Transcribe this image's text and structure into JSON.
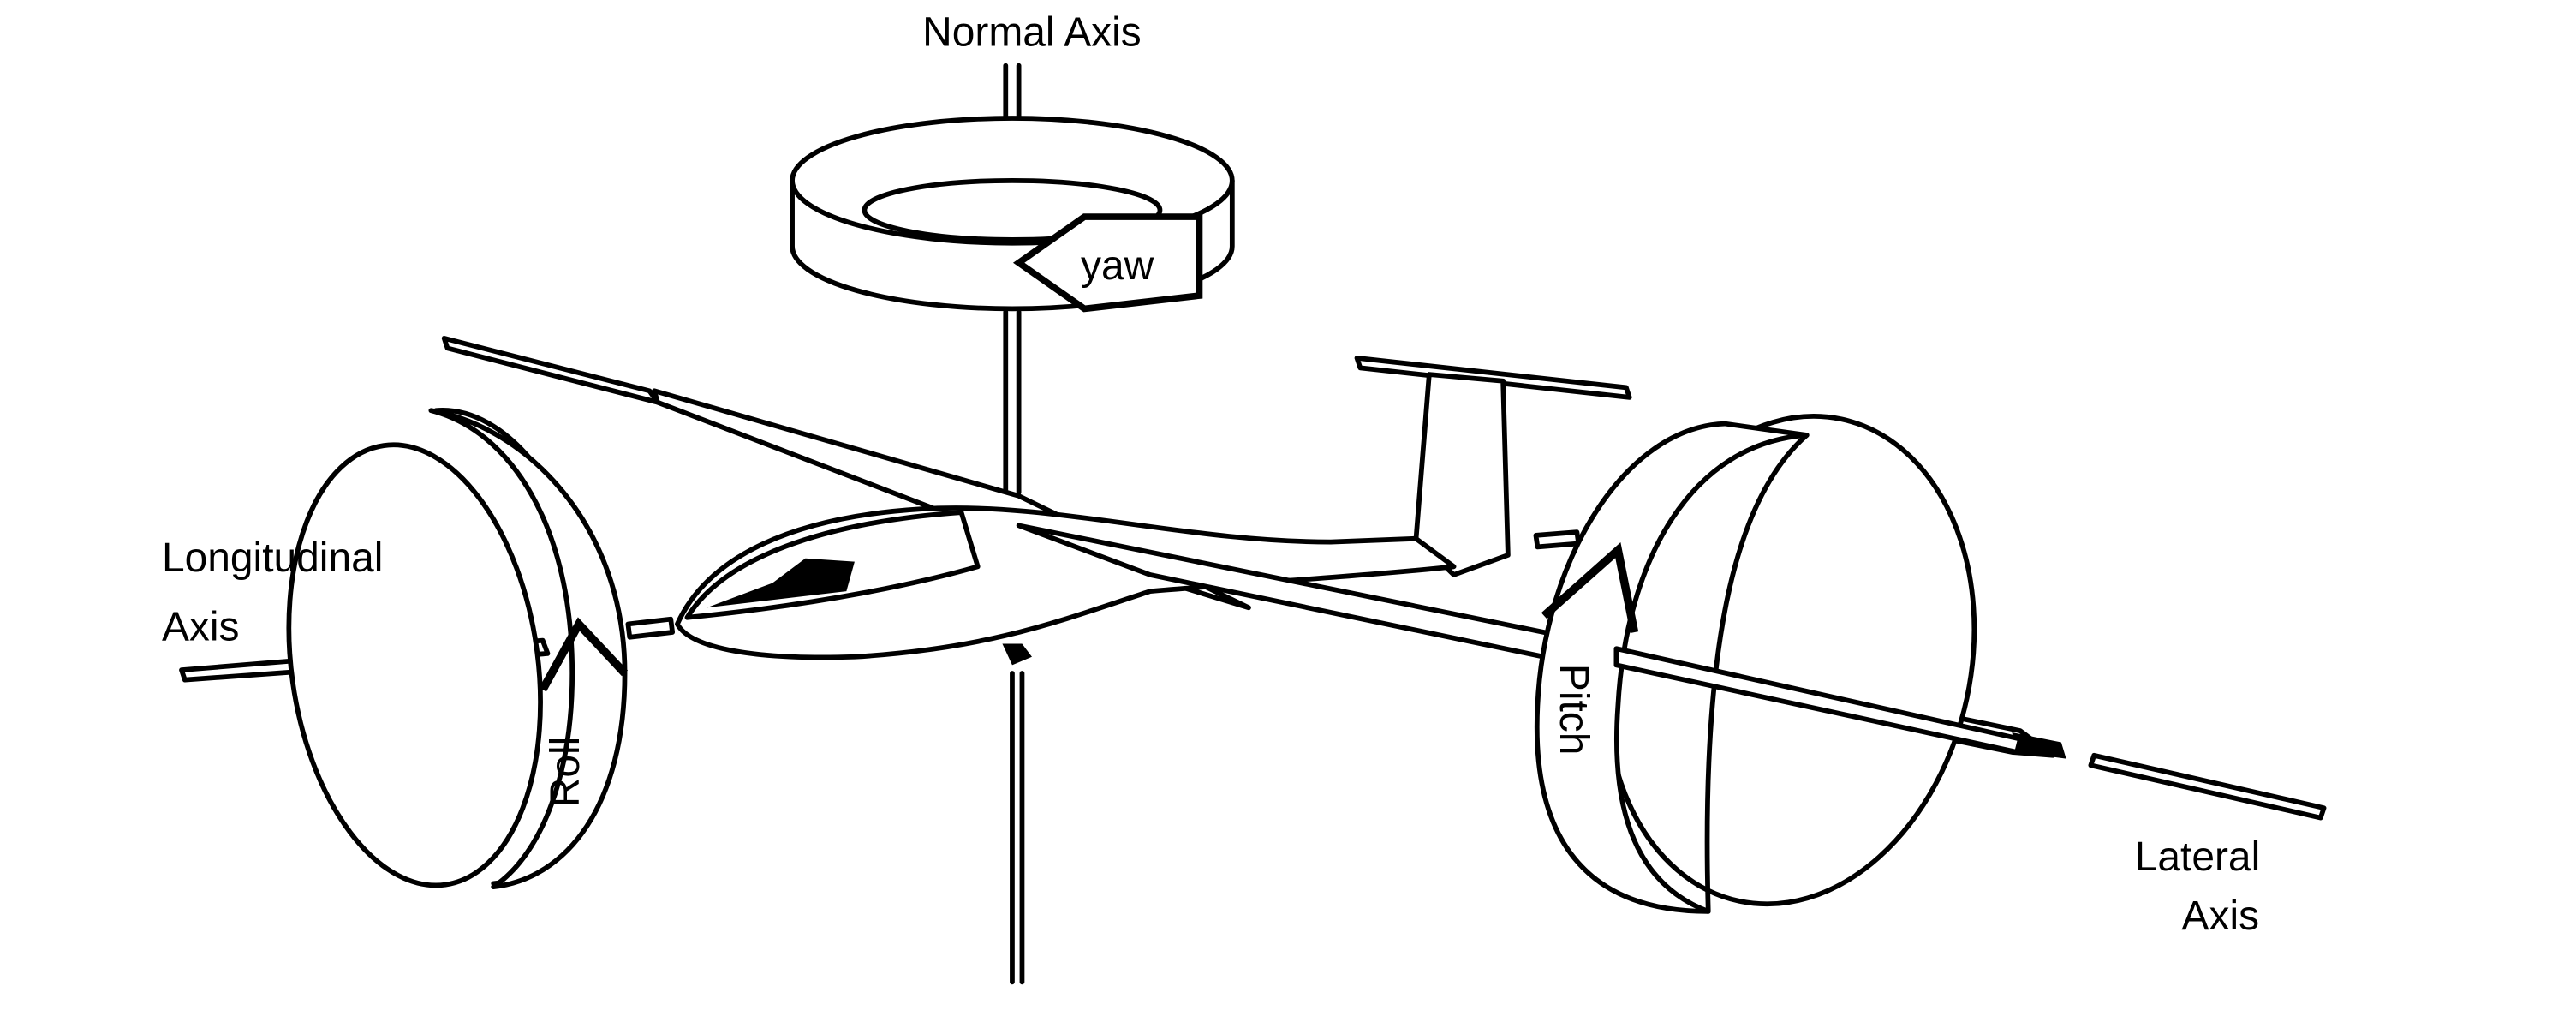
{
  "title": "Glider axes of rotation",
  "axes": {
    "normal": "Normal Axis",
    "longitudinal_line1": "Longitudinal",
    "longitudinal_line2": "Axis",
    "lateral_line1": "Lateral",
    "lateral_line2": "Axis"
  },
  "rotations": {
    "yaw": "yaw",
    "roll": "Roll",
    "pitch": "Pitch"
  },
  "colors": {
    "ink": "#000000",
    "paper": "#ffffff"
  }
}
